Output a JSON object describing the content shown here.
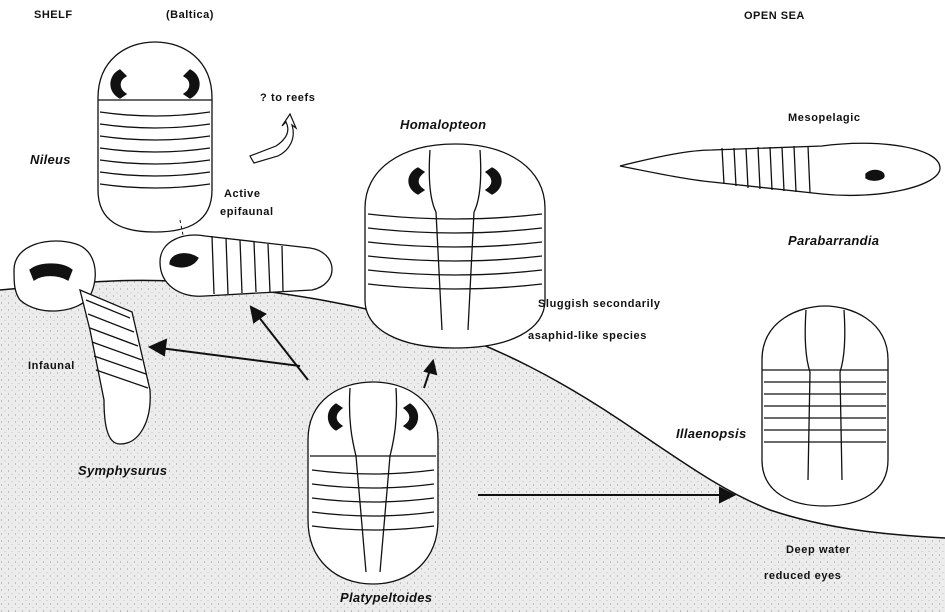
{
  "headers": {
    "shelf": "SHELF",
    "baltica": "(Baltica)",
    "open_sea": "OPEN SEA"
  },
  "taxa": {
    "nileus": "Nileus",
    "homalopteon": "Homalopteon",
    "parabarrandia": "Parabarrandia",
    "symphysurus": "Symphysurus",
    "illaenopsis": "Illaenopsis",
    "platypeltoides": "Platypeltoides"
  },
  "notes": {
    "to_reefs": "? to reefs",
    "active": "Active",
    "epifaunal": "epifaunal",
    "mesopelagic": "Mesopelagic",
    "sluggish": "Sluggish  secondarily",
    "asaphid": "asaphid-like species",
    "infaunal": "Infaunal",
    "deep_water": "Deep water",
    "reduced_eyes": "reduced  eyes"
  },
  "colors": {
    "ink": "#111111",
    "sediment": "#ececec",
    "background": "#ffffff"
  }
}
